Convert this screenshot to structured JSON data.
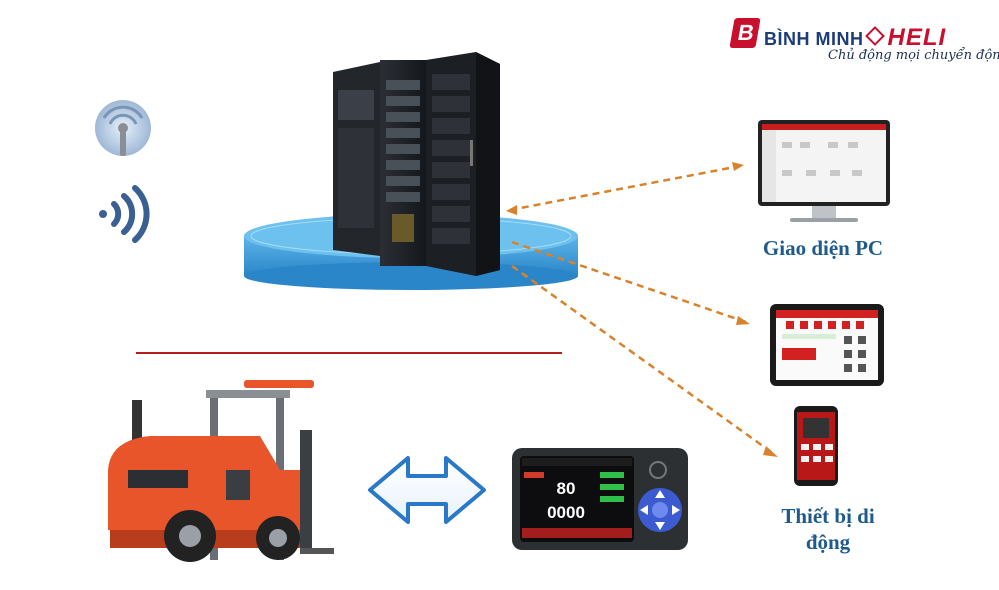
{
  "brand": {
    "name_part1": "BÌNH MINH",
    "name_part2": "HELI",
    "logo_mark": "B",
    "slogan": "Chủ động mọi chuyển động",
    "color_red": "#c8102e",
    "color_blue": "#1d3c7a"
  },
  "labels": {
    "pc": "Giao diện PC",
    "mobile_line1": "Thiết bị di",
    "mobile_line2": "động"
  },
  "display": {
    "reading_1": "80",
    "reading_2": "0000"
  },
  "colors": {
    "label_blue": "#1e5a8c",
    "arrow_orange": "#d9822b",
    "platform_blue": "#3a9ad9",
    "forklift_orange": "#e8552a",
    "double_arrow": "#2a78c8"
  },
  "icons": [
    "antenna-icon",
    "wireless-signal-icon",
    "double-arrow-icon"
  ]
}
